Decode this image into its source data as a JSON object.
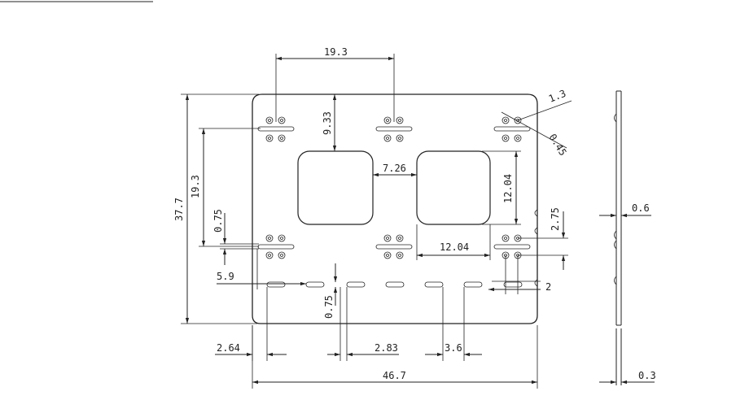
{
  "drawing": {
    "dimensions": {
      "top_hole_spacing": "19.3",
      "top_to_cutout": "9.33",
      "radius_small": "1.3",
      "radius_hole": "0.45",
      "cutout_gap": "7.26",
      "cutout_height": "12.04",
      "cutout_width": "12.04",
      "overall_height": "37.7",
      "row_spacing": "19.3",
      "slot_width_left": "0.75",
      "slot_offset_left": "5.9",
      "slot_width_mid": "0.75",
      "pin_spacing": "2.75",
      "slot_depth": "2",
      "gap_left": "2.64",
      "gap_mid": "2.83",
      "gap_right": "3.6",
      "overall_width": "46.7",
      "side_thickness": "0.6",
      "side_thickness_bottom": "0.3"
    }
  }
}
